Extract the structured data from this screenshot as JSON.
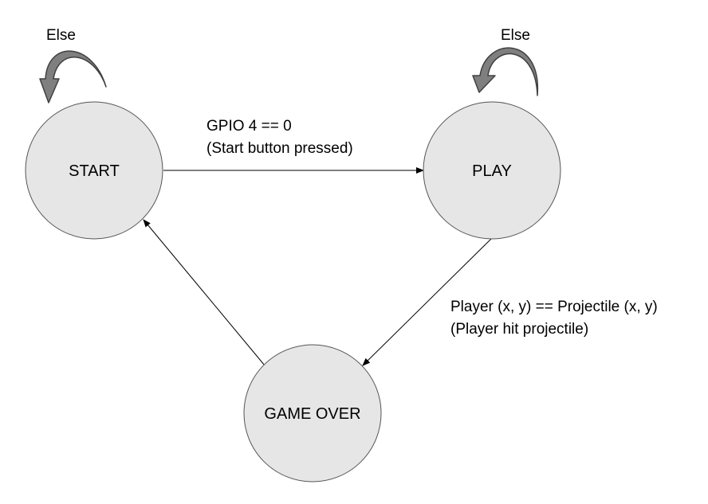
{
  "states": {
    "start": {
      "label": "START"
    },
    "play": {
      "label": "PLAY"
    },
    "game_over": {
      "label": "GAME OVER"
    }
  },
  "transitions": {
    "start_to_play": {
      "condition": "GPIO 4 == 0",
      "description": "(Start button pressed)"
    },
    "play_to_game_over": {
      "condition": "Player (x, y) == Projectile (x, y)",
      "description": "(Player hit projectile)"
    },
    "start_self_loop": {
      "label": "Else"
    },
    "play_self_loop": {
      "label": "Else"
    }
  },
  "colors": {
    "state_fill": "#e6e6e6",
    "state_border": "#555555",
    "loop_arrow_fill": "#7f7f7f",
    "line": "#000000"
  }
}
